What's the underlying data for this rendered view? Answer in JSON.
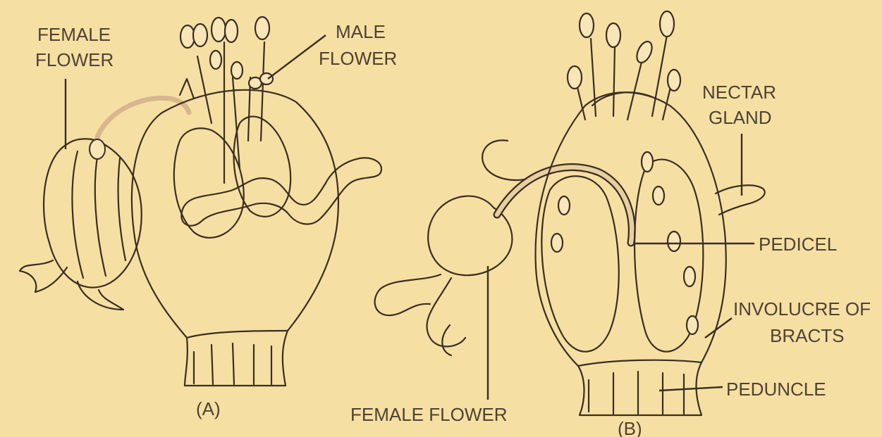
{
  "figure": {
    "background": "#f6dfa2",
    "ink_color": "#3a2d22",
    "tissue_color": "#d9b78f",
    "tissue_dark": "#b08a6a",
    "pale_color": "#f8e6b8"
  },
  "panel_a": {
    "caption": "(A)",
    "label_female_line1": "FEMALE",
    "label_female_line2": "FLOWER",
    "label_male_line1": "MALE",
    "label_male_line2": "FLOWER"
  },
  "panel_b": {
    "caption": "(B)",
    "label_nectar_line1": "NECTAR",
    "label_nectar_line2": "GLAND",
    "label_pedicel": "PEDICEL",
    "label_involucre_line1": "INVOLUCRE OF",
    "label_involucre_line2": "BRACTS",
    "label_peduncle": "PEDUNCLE",
    "label_female": "FEMALE FLOWER"
  }
}
